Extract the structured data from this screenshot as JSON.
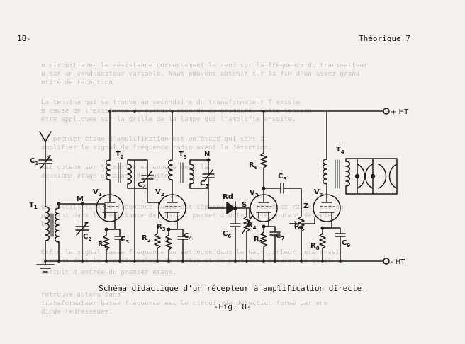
{
  "header": {
    "page_number": "18-",
    "chapter": "Théorique 7"
  },
  "figure": {
    "caption": "Schéma didactique d'un récepteur à amplification directe.",
    "figure_label": "-Fig. 8-"
  },
  "schematic": {
    "terminals": {
      "plus": "+ HT",
      "minus": "- HT"
    },
    "labels": {
      "C1": [
        "C",
        "1"
      ],
      "T1": [
        "T",
        "1"
      ],
      "M": [
        "M",
        ""
      ],
      "C2": [
        "C",
        "2"
      ],
      "T2": [
        "T",
        "2"
      ],
      "V1": [
        "V",
        "1"
      ],
      "C3": [
        "C",
        "3"
      ],
      "C4a": [
        "C",
        "4"
      ],
      "R2": [
        "R",
        "2"
      ],
      "R3": [
        "R",
        "3"
      ],
      "C4b": [
        "C",
        "4"
      ],
      "T3": [
        "T",
        "3"
      ],
      "N": [
        "N",
        ""
      ],
      "C5": [
        "C",
        "5"
      ],
      "V2": [
        "V",
        "2"
      ],
      "R1": [
        "R",
        "1"
      ],
      "Rd": [
        "Rd",
        ""
      ],
      "S": [
        "S",
        ""
      ],
      "C6": [
        "C",
        "6"
      ],
      "R4": [
        "R",
        "4"
      ],
      "R5": [
        "R",
        "5"
      ],
      "C7": [
        "C",
        "7"
      ],
      "V3": [
        "V",
        "3"
      ],
      "R6": [
        "R",
        "6"
      ],
      "C8": [
        "C",
        "8"
      ],
      "R7": [
        "R",
        "7"
      ],
      "Z": [
        "Z",
        ""
      ],
      "V4": [
        "V",
        "4"
      ],
      "R8": [
        "R",
        "8"
      ],
      "C9": [
        "C",
        "9"
      ],
      "T4": [
        "T",
        "4"
      ]
    }
  }
}
